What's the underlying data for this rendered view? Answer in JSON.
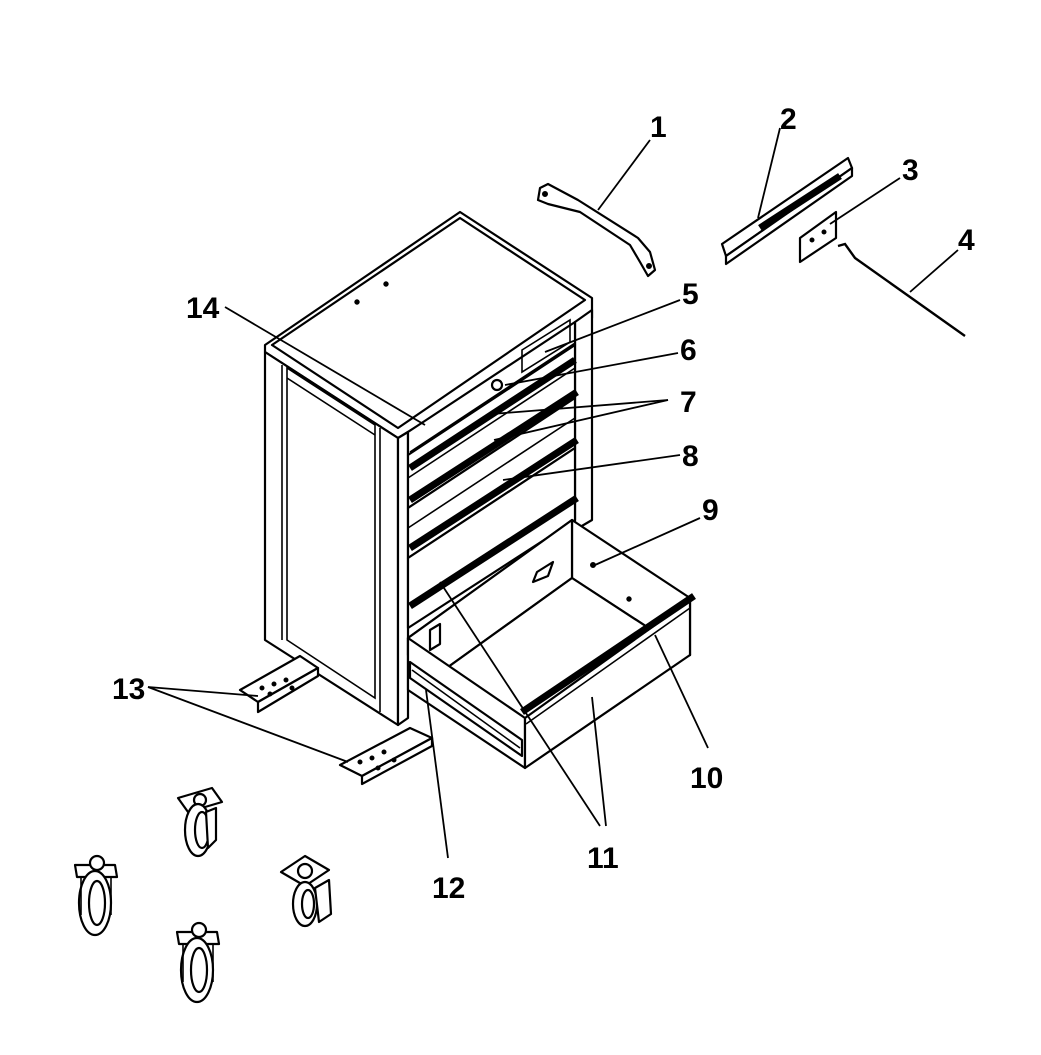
{
  "callouts": [
    {
      "id": "1",
      "label": "1"
    },
    {
      "id": "2",
      "label": "2"
    },
    {
      "id": "3",
      "label": "3"
    },
    {
      "id": "4",
      "label": "4"
    },
    {
      "id": "5",
      "label": "5"
    },
    {
      "id": "6",
      "label": "6"
    },
    {
      "id": "7",
      "label": "7"
    },
    {
      "id": "8",
      "label": "8"
    },
    {
      "id": "9",
      "label": "9"
    },
    {
      "id": "10",
      "label": "10"
    },
    {
      "id": "11",
      "label": "11"
    },
    {
      "id": "12",
      "label": "12"
    },
    {
      "id": "13",
      "label": "13"
    },
    {
      "id": "14",
      "label": "14"
    }
  ],
  "colors": {
    "ink": "#000000",
    "paper": "#ffffff"
  }
}
